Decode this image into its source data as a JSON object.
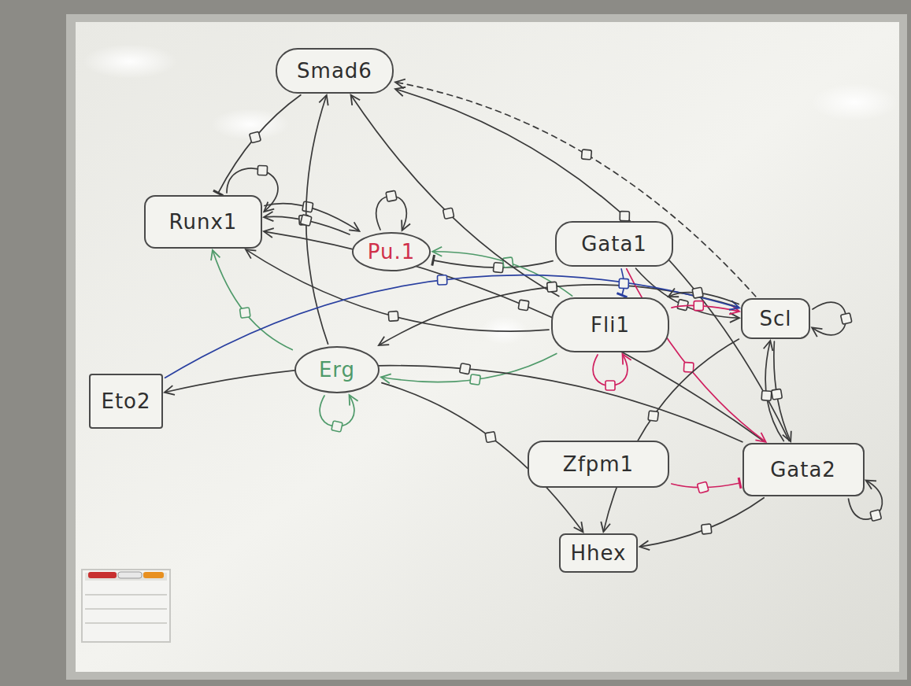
{
  "diagram": {
    "nodes": [
      {
        "text": [
          "Smad6"
        ]
      },
      {
        "text": [
          "Runx1"
        ]
      },
      {
        "text": [
          "Pu.1"
        ]
      },
      {
        "text": [
          "Gata1"
        ]
      },
      {
        "text": [
          "Fli1"
        ]
      },
      {
        "text": [
          "Scl"
        ]
      },
      {
        "text": [
          "Erg"
        ]
      },
      {
        "text": [
          "Eto2"
        ]
      },
      {
        "text": [
          "Zfpm1"
        ]
      },
      {
        "text": [
          "Gata2"
        ]
      },
      {
        "text": [
          "Hhex"
        ]
      }
    ],
    "edges": [
      {
        "from": 0,
        "to": 1,
        "arrow": "to"
      },
      {
        "from": 1,
        "to": 1,
        "arrow": "to"
      },
      {
        "from": 2,
        "to": 2,
        "arrow": "to"
      },
      {
        "from": 3,
        "to": 2,
        "arrow": "to"
      },
      {
        "from": 4,
        "to": 2,
        "arrow": "to"
      },
      {
        "from": 1,
        "to": 2,
        "arrow": "to"
      },
      {
        "from": 2,
        "to": 1,
        "arrow": "to"
      },
      {
        "from": 6,
        "to": 0,
        "arrow": "to"
      },
      {
        "from": 9,
        "to": 0,
        "arrow": "to"
      },
      {
        "from": 4,
        "to": 0,
        "arrow": "to"
      },
      {
        "from": 5,
        "to": 0,
        "arrow": "to"
      },
      {
        "from": 6,
        "to": 1,
        "arrow": "to"
      },
      {
        "from": 9,
        "to": 1,
        "arrow": "to"
      },
      {
        "from": 4,
        "to": 1,
        "arrow": "to"
      },
      {
        "from": 3,
        "to": 5,
        "arrow": "to"
      },
      {
        "from": 4,
        "to": 5,
        "arrow": "to"
      },
      {
        "from": 5,
        "to": 5,
        "arrow": "to"
      },
      {
        "from": 9,
        "to": 5,
        "arrow": "to"
      },
      {
        "from": 5,
        "to": 9,
        "arrow": "to"
      },
      {
        "from": 4,
        "to": 6,
        "arrow": "to"
      },
      {
        "from": 5,
        "to": 6,
        "arrow": "to"
      },
      {
        "from": 6,
        "to": 6,
        "arrow": "to"
      },
      {
        "from": 4,
        "to": 4,
        "arrow": "to"
      },
      {
        "from": 9,
        "to": 9,
        "arrow": "to"
      },
      {
        "from": 3,
        "to": 9,
        "arrow": "to"
      },
      {
        "from": 6,
        "to": 10,
        "arrow": "to"
      },
      {
        "from": 5,
        "to": 10,
        "arrow": "to"
      },
      {
        "from": 9,
        "to": 10,
        "arrow": "to"
      },
      {
        "from": 9,
        "to": 7,
        "arrow": "to"
      },
      {
        "from": 7,
        "to": 5,
        "arrow": "to"
      },
      {
        "from": 8,
        "to": 9,
        "arrow": "to"
      },
      {
        "from": 3,
        "to": 4,
        "arrow": "to"
      },
      {
        "from": 5,
        "to": 4,
        "arrow": "to"
      }
    ]
  }
}
